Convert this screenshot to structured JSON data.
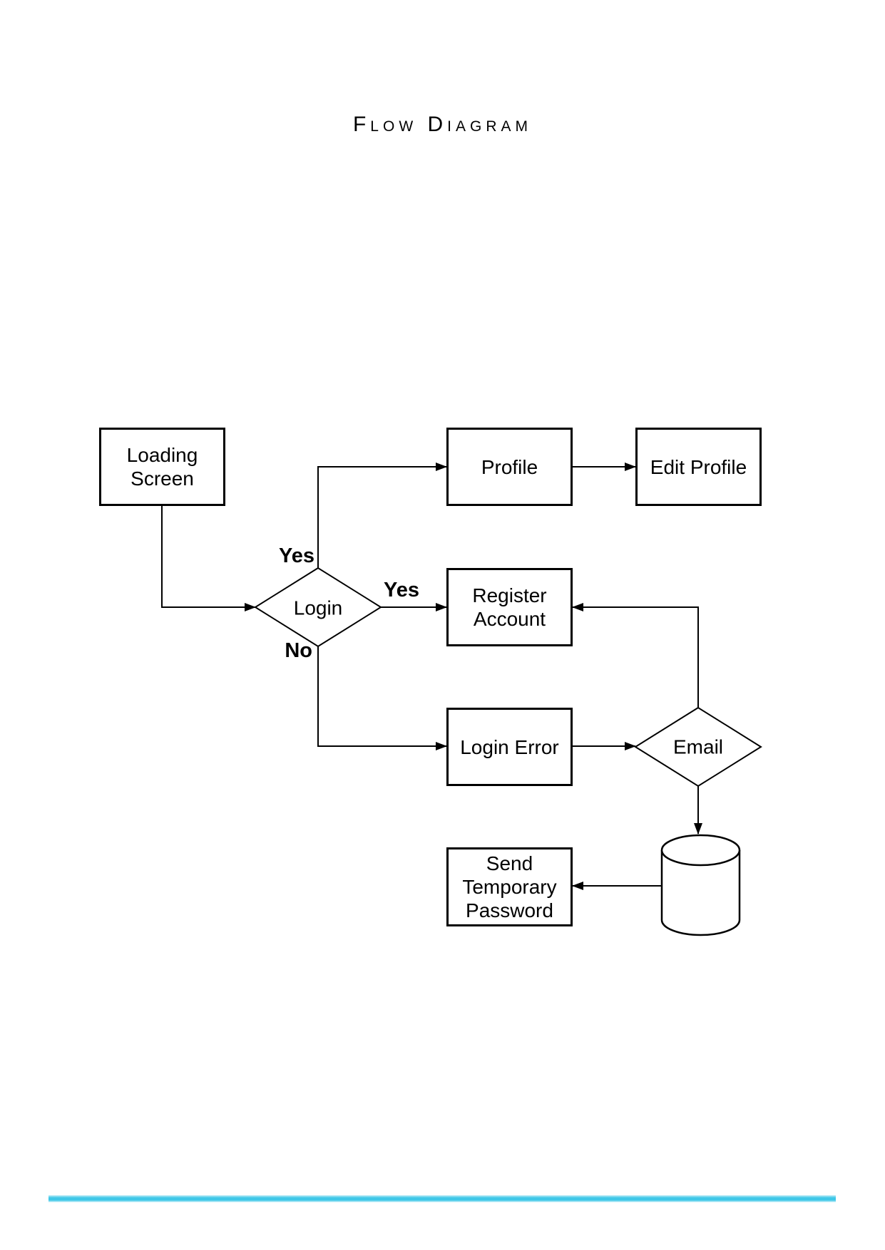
{
  "page": {
    "title": "Flow Diagram"
  },
  "diagram": {
    "nodes": {
      "loading_screen": {
        "label": "Loading\nScreen"
      },
      "profile": {
        "label": "Profile"
      },
      "edit_profile": {
        "label": "Edit Profile"
      },
      "login": {
        "label": "Login"
      },
      "register_account": {
        "label": "Register\nAccount"
      },
      "login_error": {
        "label": "Login Error"
      },
      "email": {
        "label": "Email"
      },
      "send_temporary_password": {
        "label": "Send\nTemporary\nPassword"
      }
    },
    "edge_labels": {
      "login_yes_profile": "Yes",
      "login_yes_register": "Yes",
      "login_no": "No"
    },
    "colors": {
      "stroke": "#000000",
      "node_fill": "#ffffff",
      "divider": "#3ec7e8"
    }
  }
}
